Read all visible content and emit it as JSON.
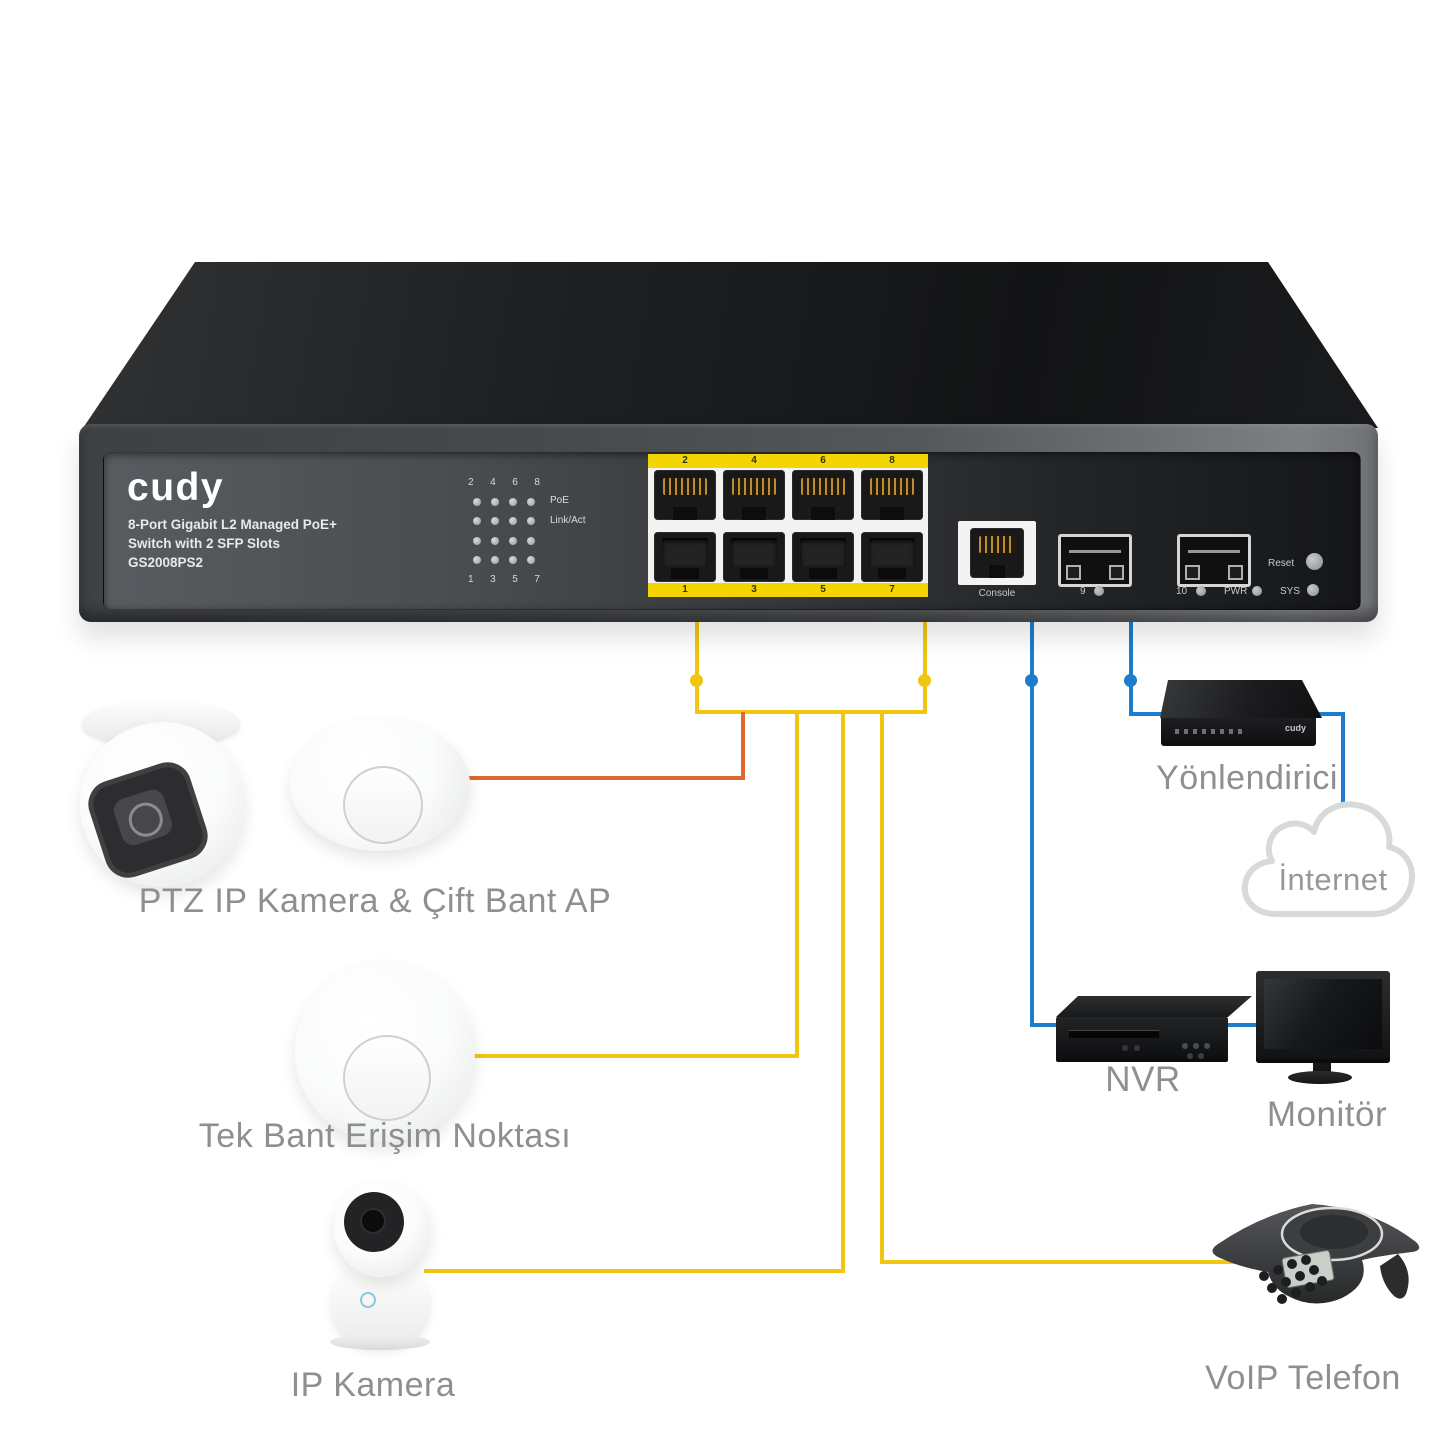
{
  "colors": {
    "cable_yellow": "#f0c513",
    "cable_orange": "#e2662d",
    "cable_blue": "#1e7ccc",
    "port_bar_yellow": "#f2d501",
    "label_gray": "#8d8f90"
  },
  "switch": {
    "brand": "cudy",
    "model_lines": [
      "8-Port Gigabit L2 Managed PoE+",
      "Switch with 2 SFP Slots",
      "GS2008PS2"
    ],
    "leds": {
      "top_numbers": [
        "2",
        "4",
        "6",
        "8"
      ],
      "bottom_numbers": [
        "1",
        "3",
        "5",
        "7"
      ],
      "row1_label": "PoE",
      "row2_label": "Link/Act"
    },
    "ports": {
      "top_numbers": [
        "2",
        "4",
        "6",
        "8"
      ],
      "bottom_numbers": [
        "1",
        "3",
        "5",
        "7"
      ]
    },
    "console_label": "Console",
    "sfp": {
      "slot1_label": "9",
      "slot2_label": "10",
      "pwr_label": "PWR"
    },
    "reset_label": "Reset",
    "sys_label": "SYS"
  },
  "devices": {
    "ptz_ap": {
      "label": "PTZ IP Kamera & Çift Bant AP"
    },
    "single_ap": {
      "label": "Tek Bant Erişim Noktası"
    },
    "ip_camera": {
      "label": "IP Kamera"
    },
    "router": {
      "label": "Yönlendirici",
      "brand": "cudy"
    },
    "internet": {
      "label": "İnternet"
    },
    "nvr": {
      "label": "NVR"
    },
    "monitor": {
      "label": "Monitör"
    },
    "voip_phone": {
      "label": "VoIP Telefon"
    }
  }
}
